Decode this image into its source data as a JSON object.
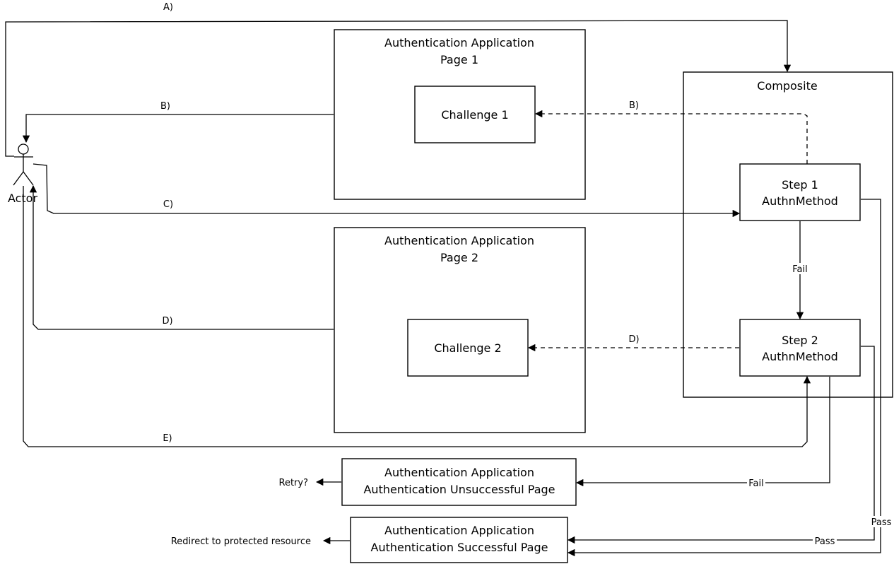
{
  "diagram": {
    "actor": {
      "label": "Actor"
    },
    "containers": {
      "page1": {
        "title_line1": "Authentication Application",
        "title_line2": "Page 1"
      },
      "page2": {
        "title_line1": "Authentication Application",
        "title_line2": "Page 2"
      },
      "composite": {
        "title": "Composite"
      }
    },
    "nodes": {
      "challenge1": {
        "label": "Challenge 1"
      },
      "challenge2": {
        "label": "Challenge 2"
      },
      "step1": {
        "line1": "Step 1",
        "line2": "AuthnMethod"
      },
      "step2": {
        "line1": "Step 2",
        "line2": "AuthnMethod"
      },
      "unsuccessful": {
        "line1": "Authentication Application",
        "line2": "Authentication Unsuccessful Page"
      },
      "successful": {
        "line1": "Authentication Application",
        "line2": "Authentication Successful Page"
      }
    },
    "edge_labels": {
      "a": "A)",
      "b_top": "B)",
      "b_dashed": "B)",
      "c": "C)",
      "d_top": "D)",
      "d_dashed": "D)",
      "e": "E)",
      "step1_fail": "Fail",
      "step2_fail": "Fail",
      "pass_h": "Pass",
      "pass_v": "Pass"
    },
    "outcomes": {
      "retry": "Retry?",
      "redirect": "Redirect to protected resource"
    }
  }
}
